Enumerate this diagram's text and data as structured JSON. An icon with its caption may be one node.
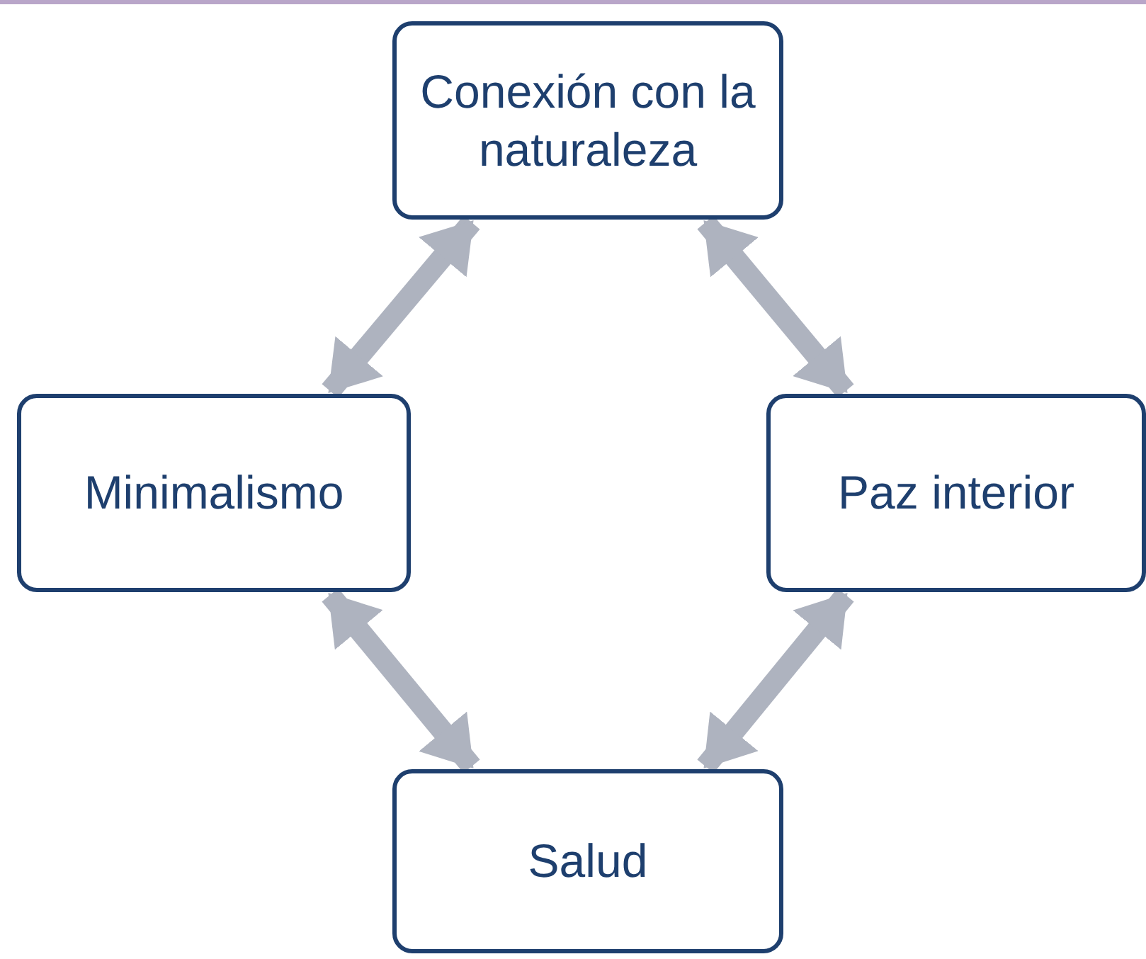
{
  "diagram": {
    "nodes": [
      {
        "text": [
          "Conexión con la naturaleza"
        ]
      },
      {
        "text": [
          "Minimalismo"
        ]
      },
      {
        "text": [
          "Paz interior"
        ]
      },
      {
        "text": [
          "Salud"
        ]
      }
    ],
    "edges": [
      {
        "from": 0,
        "to": 1,
        "arrow": "both"
      },
      {
        "from": 0,
        "to": 2,
        "arrow": "both"
      },
      {
        "from": 1,
        "to": 3,
        "arrow": "both"
      },
      {
        "from": 2,
        "to": 3,
        "arrow": "both"
      }
    ]
  }
}
